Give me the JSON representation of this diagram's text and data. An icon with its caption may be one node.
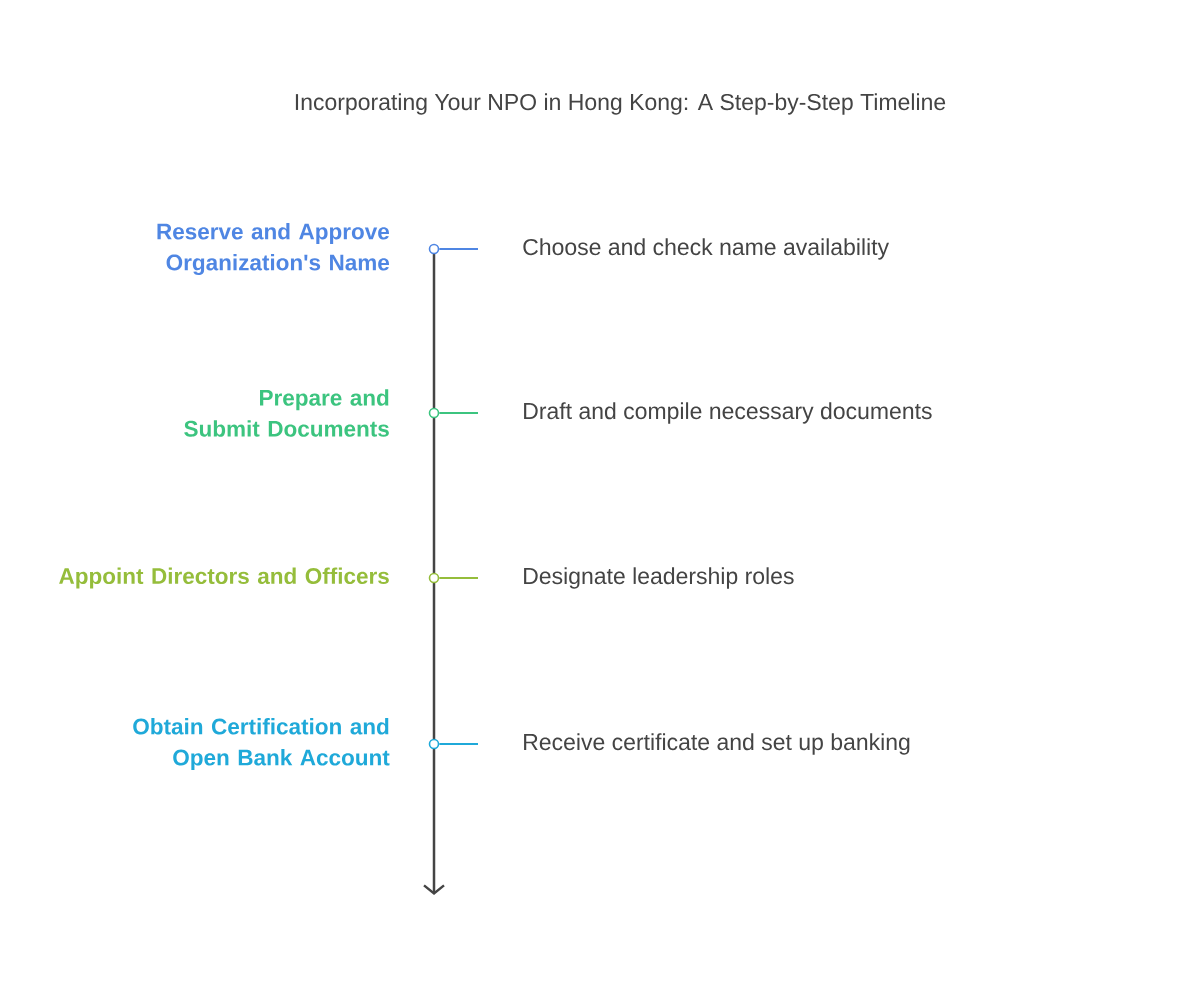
{
  "diagram": {
    "title": "Incorporating Your NPO in Hong Kong: A Step-by-Step Timeline",
    "nodes": [
      {
        "text": [],
        "shape": "circle",
        "beside": [
          "Reserve and Approve Organization's Name"
        ]
      },
      {
        "text": [
          "Choose and check name availability"
        ]
      },
      {
        "text": [],
        "shape": "circle",
        "beside": [
          "Prepare and Submit Documents"
        ]
      },
      {
        "text": [
          "Draft and compile necessary documents"
        ]
      },
      {
        "text": [],
        "shape": "circle",
        "beside": [
          "Appoint Directors and Officers"
        ]
      },
      {
        "text": [
          "Designate leadership roles"
        ]
      },
      {
        "text": [],
        "shape": "circle",
        "beside": [
          "Obtain Certification and Open Bank Account"
        ]
      },
      {
        "text": [
          "Receive certificate and set up banking"
        ]
      }
    ],
    "edges": [
      {
        "from": 0,
        "to": 1,
        "arrow": "none",
        "color": "#4f86e3"
      },
      {
        "from": 2,
        "to": 3,
        "arrow": "none",
        "color": "#3cc47f"
      },
      {
        "from": 4,
        "to": 5,
        "arrow": "none",
        "color": "#95bd3b"
      },
      {
        "from": 6,
        "to": 7,
        "arrow": "none",
        "color": "#1fa9d9"
      }
    ]
  }
}
